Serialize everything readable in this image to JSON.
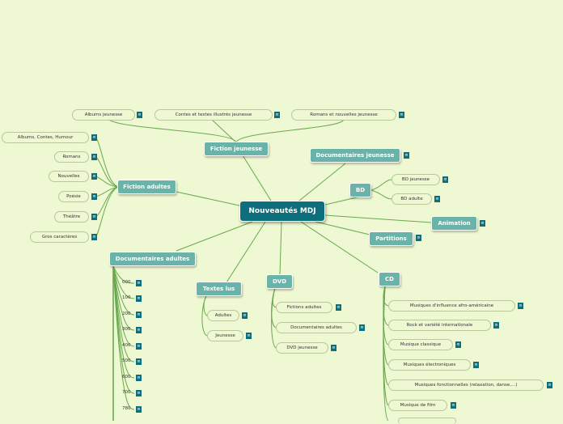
{
  "root": "Nouveautés MDJ",
  "branches": {
    "fiction_jeunesse": "Fiction jeunesse",
    "documentaires_jeunesse": "Documentaires jeunesse",
    "fiction_adultes": "Fiction adultes",
    "bd": "BD",
    "animation": "Animation",
    "partitions": "Partitions",
    "documentaires_adultes": "Documentaires adultes",
    "textes_lus": "Textes lus",
    "dvd": "DVD",
    "cd": "CD"
  },
  "fiction_jeunesse_items": [
    "Albums jeunesse",
    "Contes et textes illustrés jeunesse",
    "Romans et nouvelles jeunesse"
  ],
  "fiction_adultes_items": [
    "Albums, Contes, Humour",
    "Romans",
    "Nouvelles",
    "Poésie",
    "Théâtre",
    "Gros caractères"
  ],
  "bd_items": [
    "BD jeunesse",
    "BD adulte"
  ],
  "textes_lus_items": [
    "Adultes",
    "Jeunesse"
  ],
  "dvd_items": [
    "Fictions adultes",
    "Documentaires adultes",
    "DVD jeunesse"
  ],
  "cd_items": [
    "Musiques d'influence afro-américaine",
    "Rock et variété internationale",
    "Musique classique",
    "Musiques électroniques",
    "Musiques fonctionnelles (relaxation, danse,...)",
    "Musique de film"
  ],
  "documentaires_adultes_items": [
    "000",
    "100",
    "200",
    "300",
    "400",
    "500",
    "600",
    "700",
    "780"
  ],
  "colors": {
    "background": "#eef8d2",
    "root": "#0e6f7c",
    "branch": "#6ab3a8",
    "link": "#6aa84f",
    "icon": "#0e6f7c"
  },
  "note_icon": "note-icon"
}
